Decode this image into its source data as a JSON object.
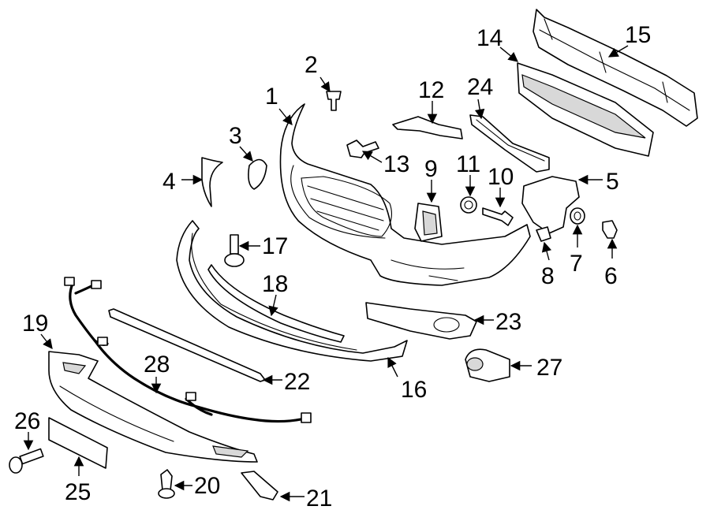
{
  "callouts": {
    "c1": "1",
    "c2": "2",
    "c3": "3",
    "c4": "4",
    "c5": "5",
    "c6": "6",
    "c7": "7",
    "c8": "8",
    "c9": "9",
    "c10": "10",
    "c11": "11",
    "c12": "12",
    "c13": "13",
    "c14": "14",
    "c15": "15",
    "c16": "16",
    "c17": "17",
    "c18": "18",
    "c19": "19",
    "c20": "20",
    "c21": "21",
    "c22": "22",
    "c23": "23",
    "c24": "24",
    "c25": "25",
    "c26": "26",
    "c27": "27",
    "c28": "28"
  },
  "colors": {
    "line": "#000000",
    "background": "#ffffff",
    "shading": "#d8d8d8"
  }
}
